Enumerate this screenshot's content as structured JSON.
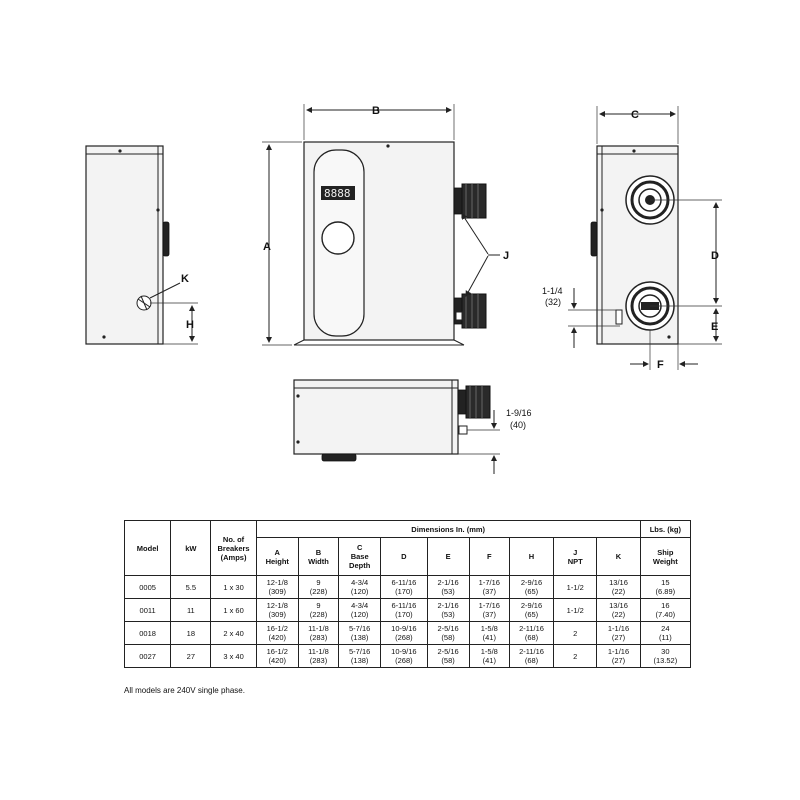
{
  "drawing": {
    "labels": {
      "A": "A",
      "B": "B",
      "C": "C",
      "D": "D",
      "E": "E",
      "F": "F",
      "H": "H",
      "J": "J",
      "K": "K"
    },
    "callouts": {
      "side_dim_top": "1-1/4",
      "side_dim_bottom": "(32)",
      "bottom_dim_top": "1-9/16",
      "bottom_dim_bottom": "(40)"
    }
  },
  "table": {
    "headers": {
      "model": "Model",
      "kw": "kW",
      "breakers": [
        "No. of",
        "Breakers",
        "(Amps)"
      ],
      "dimensions_group": "Dimensions In. (mm)",
      "weight_group": "Lbs. (kg)",
      "a": [
        "A",
        "Height"
      ],
      "b": [
        "B",
        "Width"
      ],
      "c": [
        "C",
        "Base",
        "Depth"
      ],
      "d": "D",
      "e": "E",
      "f": "F",
      "h": "H",
      "j": [
        "J",
        "NPT"
      ],
      "k": "K",
      "ship": [
        "Ship",
        "Weight"
      ]
    },
    "rows": [
      {
        "model": "0005",
        "kw": "5.5",
        "breakers": "1 x 30",
        "a": [
          "12-1/8",
          "(309)"
        ],
        "b": [
          "9",
          "(228)"
        ],
        "c": [
          "4-3/4",
          "(120)"
        ],
        "d": [
          "6-11/16",
          "(170)"
        ],
        "e": [
          "2-1/16",
          "(53)"
        ],
        "f": [
          "1-7/16",
          "(37)"
        ],
        "h": [
          "2-9/16",
          "(65)"
        ],
        "j": "1-1/2",
        "k": [
          "13/16",
          "(22)"
        ],
        "ship": [
          "15",
          "(6.89)"
        ]
      },
      {
        "model": "0011",
        "kw": "11",
        "breakers": "1 x 60",
        "a": [
          "12-1/8",
          "(309)"
        ],
        "b": [
          "9",
          "(228)"
        ],
        "c": [
          "4-3/4",
          "(120)"
        ],
        "d": [
          "6-11/16",
          "(170)"
        ],
        "e": [
          "2-1/16",
          "(53)"
        ],
        "f": [
          "1-7/16",
          "(37)"
        ],
        "h": [
          "2-9/16",
          "(65)"
        ],
        "j": "1-1/2",
        "k": [
          "13/16",
          "(22)"
        ],
        "ship": [
          "16",
          "(7.40)"
        ]
      },
      {
        "model": "0018",
        "kw": "18",
        "breakers": "2 x 40",
        "a": [
          "16-1/2",
          "(420)"
        ],
        "b": [
          "11-1/8",
          "(283)"
        ],
        "c": [
          "5-7/16",
          "(138)"
        ],
        "d": [
          "10-9/16",
          "(268)"
        ],
        "e": [
          "2-5/16",
          "(58)"
        ],
        "f": [
          "1-5/8",
          "(41)"
        ],
        "h": [
          "2-11/16",
          "(68)"
        ],
        "j": "2",
        "k": [
          "1-1/16",
          "(27)"
        ],
        "ship": [
          "24",
          "(11)"
        ]
      },
      {
        "model": "0027",
        "kw": "27",
        "breakers": "3 x 40",
        "a": [
          "16-1/2",
          "(420)"
        ],
        "b": [
          "11-1/8",
          "(283)"
        ],
        "c": [
          "5-7/16",
          "(138)"
        ],
        "d": [
          "10-9/16",
          "(268)"
        ],
        "e": [
          "2-5/16",
          "(58)"
        ],
        "f": [
          "1-5/8",
          "(41)"
        ],
        "h": [
          "2-11/16",
          "(68)"
        ],
        "j": "2",
        "k": [
          "1-1/16",
          "(27)"
        ],
        "ship": [
          "30",
          "(13.52)"
        ]
      }
    ],
    "footnote": "All models are 240V single phase."
  }
}
